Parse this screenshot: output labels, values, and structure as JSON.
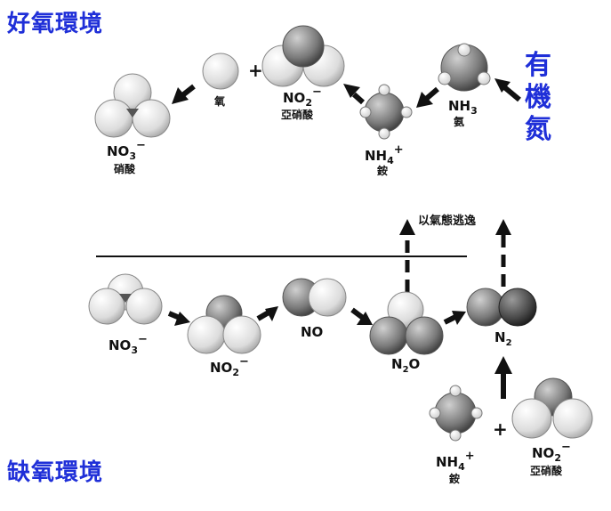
{
  "headings": {
    "aerobic": "好氧環境",
    "organic_nitrogen": [
      "有",
      "機",
      "氮"
    ],
    "anoxic": "缺氧環境"
  },
  "aerobic_row": {
    "nh3_formula": "NH",
    "nh3_sub": "3",
    "nh3_name": "氨",
    "nh4_formula": "NH",
    "nh4_sub": "4",
    "nh4_sup": "+",
    "nh4_name": "銨",
    "no2_formula": "NO",
    "no2_sub": "2",
    "no2_sup": "−",
    "no2_name": "亞硝酸",
    "plus": "+",
    "o2_name": "氧",
    "no3_formula": "NO",
    "no3_sub": "3",
    "no3_sup": "−",
    "no3_name": "硝酸"
  },
  "anoxic_row": {
    "escape_label": "以氣態逃逸",
    "no3_formula": "NO",
    "no3_sub": "3",
    "no3_sup": "−",
    "no2_formula": "NO",
    "no2_sub": "2",
    "no2_sup": "−",
    "no_formula": "NO",
    "n2o_formula": "N",
    "n2o_sub": "2",
    "n2o_tail": "O",
    "n2_formula": "N",
    "n2_sub": "2",
    "nh4_formula": "NH",
    "nh4_sub": "4",
    "nh4_sup": "+",
    "nh4_name": "銨",
    "plus": "+",
    "no2b_formula": "NO",
    "no2b_sub": "2",
    "no2b_sup": "−",
    "no2b_name": "亞硝酸"
  },
  "colors": {
    "heading": "#1f2fd8",
    "atom_oxygen": "#e6e6e6",
    "atom_nitrogen": "#8c8c8c",
    "atom_hydrogen": "#ffffff",
    "arrow": "#111111"
  }
}
